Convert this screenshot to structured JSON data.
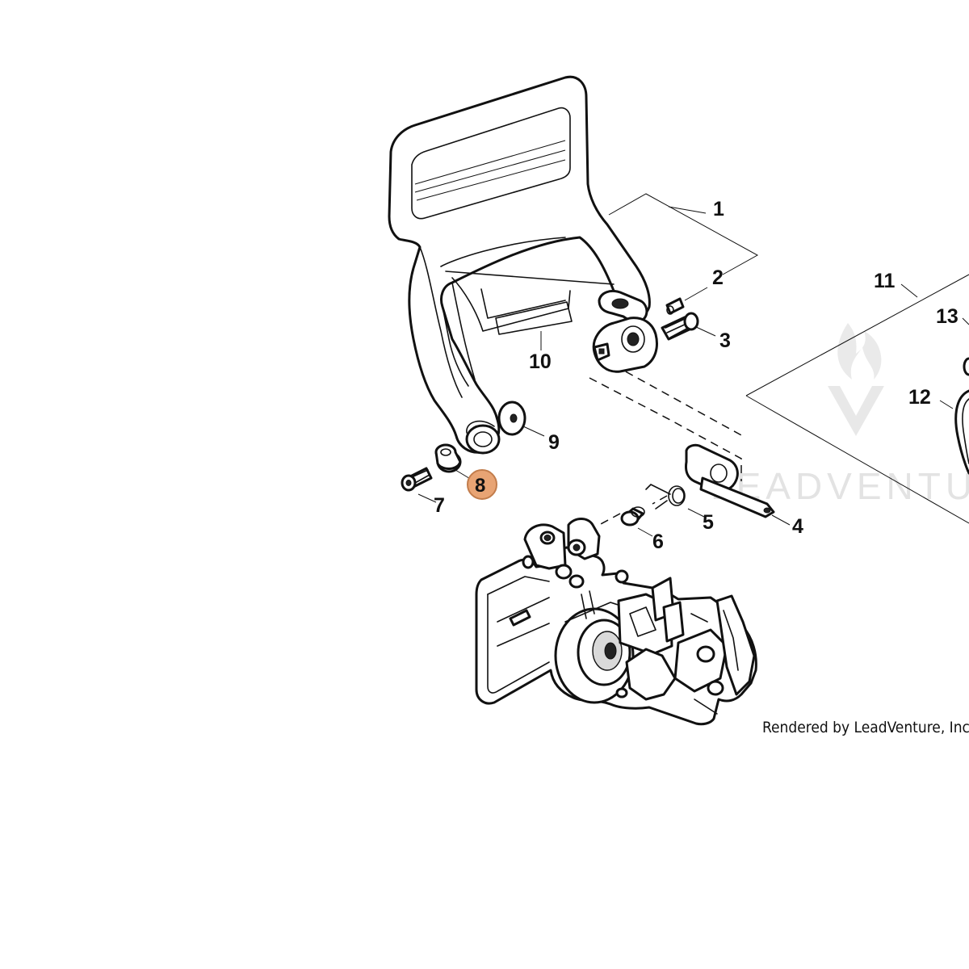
{
  "labels": {
    "l1": "1",
    "l2": "2",
    "l3": "3",
    "l4": "4",
    "l5": "5",
    "l6": "6",
    "l7": "7",
    "l8": "8",
    "l9": "9",
    "l10": "10",
    "l11": "11",
    "l12": "12",
    "l13": "13"
  },
  "highlighted_part": "8",
  "highlight_color": "#e8a474",
  "watermark": "LEADVENTU",
  "credit": "Rendered by LeadVenture, Inc."
}
